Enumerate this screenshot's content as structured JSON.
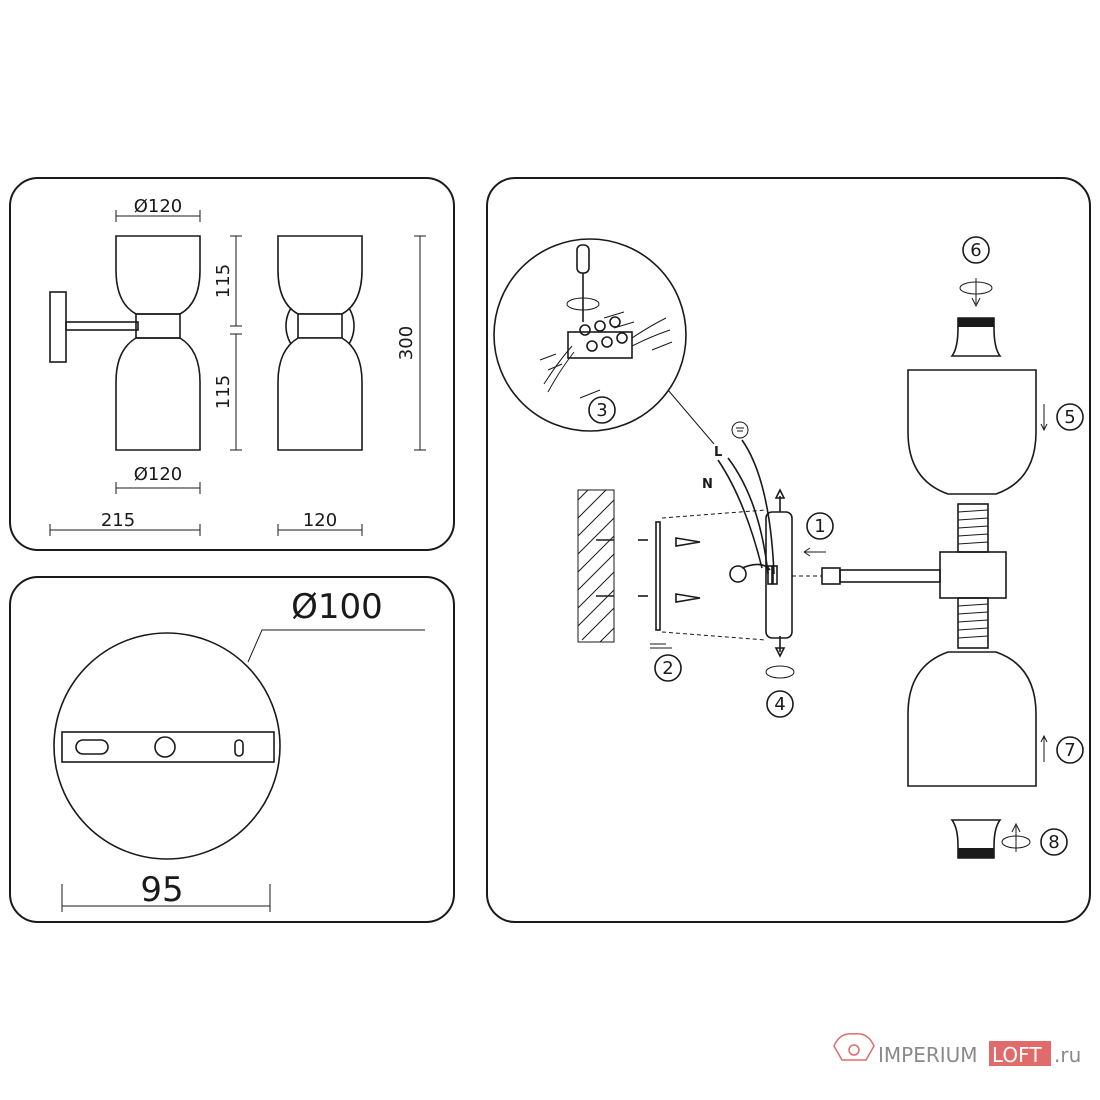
{
  "dimensions": {
    "shade_top_diameter": "Ø120",
    "shade_bottom_diameter": "Ø120",
    "upper_height": "115",
    "lower_height": "115",
    "total_height": "300",
    "projection": "215",
    "front_width": "120",
    "base_diameter": "Ø100",
    "base_width": "95"
  },
  "steps": [
    "1",
    "2",
    "3",
    "4",
    "5",
    "6",
    "7",
    "8"
  ],
  "wires": {
    "live": "L",
    "neutral": "N"
  },
  "watermark": {
    "part1": "IMPERIUM",
    "part2": "LOFT",
    "part3": ".ru",
    "accent_color": "#e06b6b"
  },
  "colors": {
    "line": "#1a1a1a",
    "background": "#ffffff"
  }
}
